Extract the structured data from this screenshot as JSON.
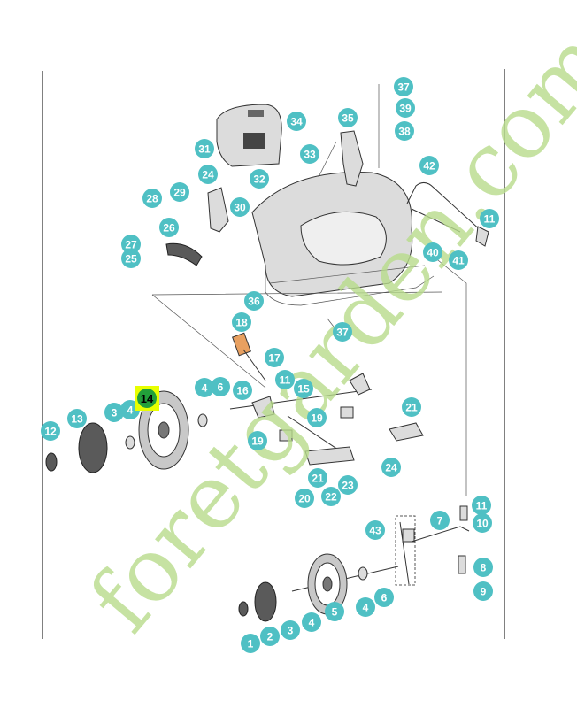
{
  "diagram": {
    "selected_label": "14",
    "callouts": [
      "37",
      "39",
      "38",
      "34",
      "35",
      "31",
      "33",
      "24",
      "32",
      "28",
      "29",
      "30",
      "42",
      "11",
      "26",
      "27",
      "25",
      "40",
      "41",
      "36",
      "18",
      "37",
      "17",
      "4",
      "6",
      "16",
      "11",
      "15",
      "3",
      "4",
      "12",
      "13",
      "19",
      "21",
      "19",
      "24",
      "20",
      "21",
      "22",
      "23",
      "11",
      "7",
      "43",
      "10",
      "8",
      "9",
      "2",
      "3",
      "4",
      "5",
      "4",
      "6",
      "1"
    ],
    "watermark": "foretgarden.com",
    "colors": {
      "callout": "#4fc0c4",
      "selected_callout": "#22a03a",
      "selected_highlight": "#e8ff00",
      "watermark_green": "#b8dc8c",
      "watermark_orange": "#f0c89a",
      "watermark_grey": "#c8c4c0"
    }
  }
}
